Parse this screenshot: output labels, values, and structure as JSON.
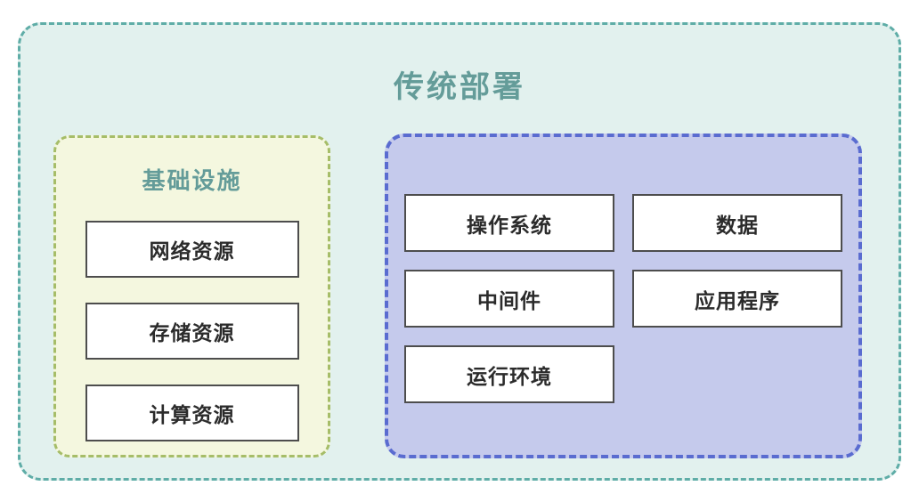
{
  "diagram": {
    "title": "传统部署",
    "infrastructure": {
      "title": "基础设施",
      "items": [
        "网络资源",
        "存储资源",
        "计算资源"
      ]
    },
    "platform": {
      "items": [
        "操作系统",
        "数据",
        "中间件",
        "应用程序",
        "运行环境"
      ]
    },
    "colors": {
      "outer_border": "#5fada7",
      "outer_bg": "#e2f1ee",
      "title_text": "#649c99",
      "infra_border": "#a6bd68",
      "infra_bg": "#f4f7df",
      "platform_border": "#5a6cd0",
      "platform_bg": "#c5caec",
      "box_border": "#4d4d4d",
      "box_text": "#2b2b2b"
    }
  }
}
